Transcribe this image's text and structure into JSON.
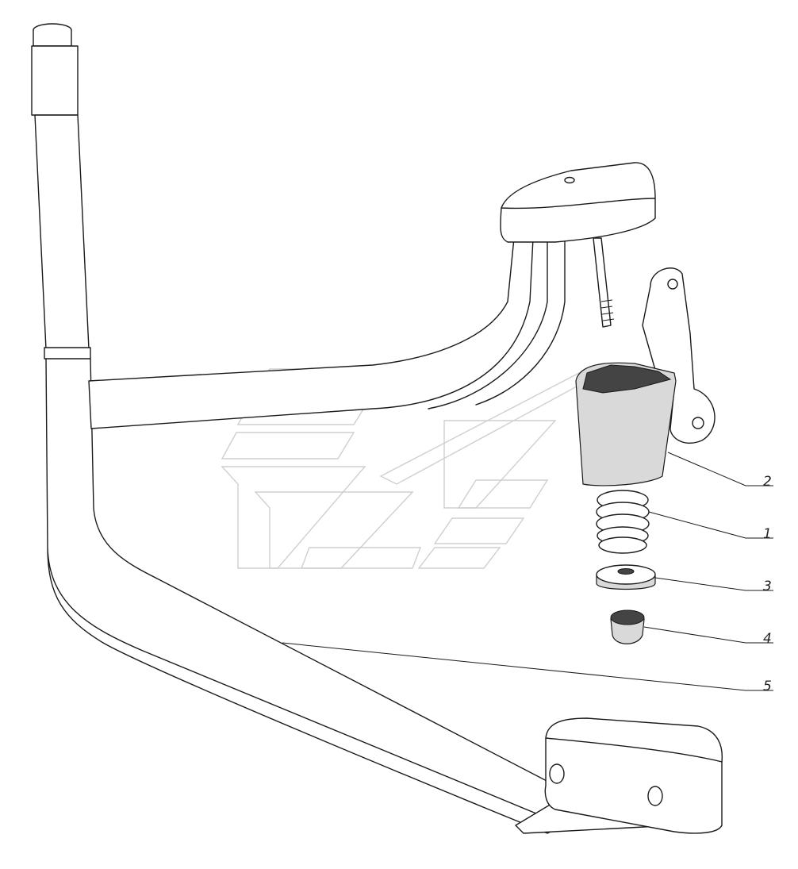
{
  "callouts": [
    {
      "id": "1",
      "label": "1"
    },
    {
      "id": "2",
      "label": "2"
    },
    {
      "id": "3",
      "label": "3"
    },
    {
      "id": "4",
      "label": "4"
    },
    {
      "id": "5",
      "label": "5"
    }
  ],
  "colors": {
    "line": "#1a1a1a",
    "watermark": "#cfcfcf",
    "background": "#ffffff"
  }
}
